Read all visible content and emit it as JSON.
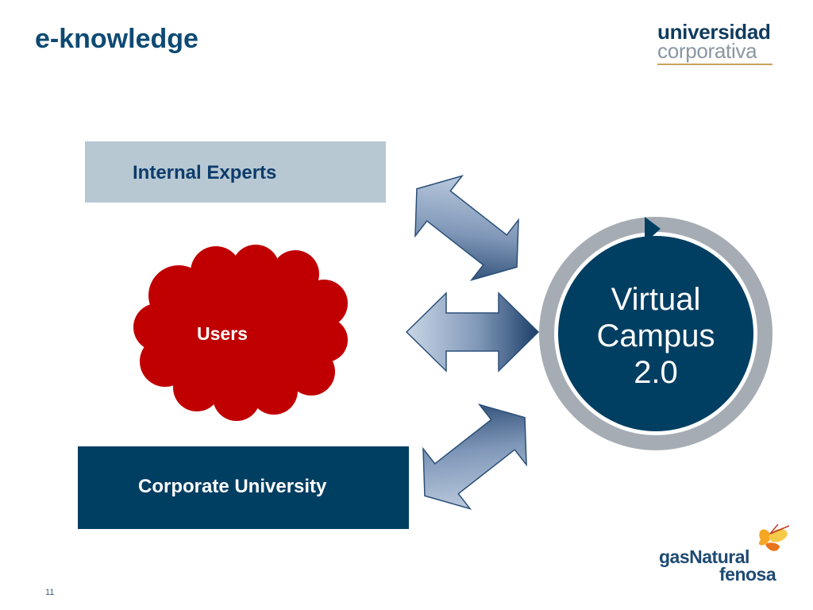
{
  "slide": {
    "title": "e-knowledge",
    "page_number": "11"
  },
  "logo_top": {
    "line1": "universidad",
    "line2": "corporativa"
  },
  "diagram": {
    "internal_experts": "Internal Experts",
    "users": "Users",
    "corporate_university": "Corporate University",
    "campus": {
      "line1": "Virtual",
      "line2": "Campus",
      "line3": "2.0"
    }
  },
  "logo_bottom": {
    "line1": "gasNatural",
    "line2": "fenosa",
    "icon": "butterfly-icon"
  },
  "colors": {
    "title": "#0d4a73",
    "experts_box": "#b7c8d3",
    "university_box": "#003e62",
    "users_cloud": "#c00000",
    "campus_circle": "#003e62",
    "campus_ring": "#a6acb4"
  }
}
